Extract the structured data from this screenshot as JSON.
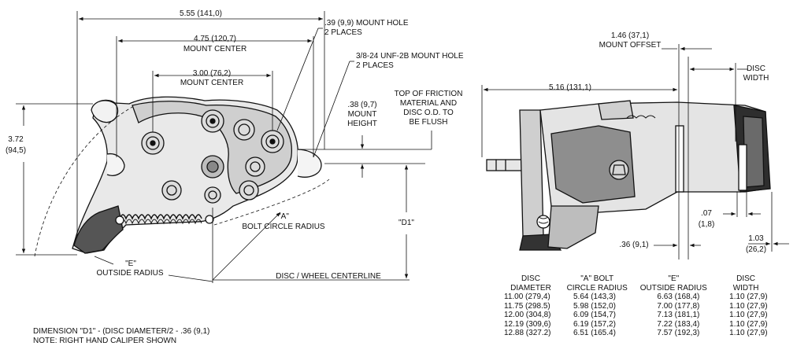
{
  "left_view": {
    "dims": {
      "overall_width": "5.55 (141,0)",
      "mount_center_outer_value": "4.75 (120,7)",
      "mount_center_outer_label": "MOUNT CENTER",
      "mount_center_inner_value": "3.00 (76,2)",
      "mount_center_inner_label": "MOUNT CENTER",
      "height_value": "3.72",
      "height_metric": "(94,5)",
      "mount_hole_1": ".39 (9,9) MOUNT HOLE",
      "mount_hole_1_qty": "2 PLACES",
      "mount_hole_2": "3/8-24 UNF-2B MOUNT HOLE",
      "mount_hole_2_qty": "2 PLACES",
      "mount_height_value": ".38 (9,7)",
      "mount_height_label_1": "MOUNT",
      "mount_height_label_2": "HEIGHT",
      "friction_note": [
        "TOP OF FRICTION",
        "MATERIAL AND",
        "DISC O.D. TO",
        "BE FLUSH"
      ],
      "a_label": "\"A\"",
      "a_desc": "BOLT CIRCLE RADIUS",
      "d1_label": "\"D1\"",
      "e_label": "\"E\"",
      "e_desc": "OUTSIDE RADIUS",
      "centerline": "DISC / WHEEL CENTERLINE"
    },
    "notes": [
      "DIMENSION \"D1\" - (DISC DIAMETER/2 - .36 (9,1)",
      "NOTE: RIGHT HAND CALIPER SHOWN"
    ]
  },
  "right_view": {
    "dims": {
      "mount_offset_value": "1.46 (37,1)",
      "mount_offset_label": "MOUNT OFFSET",
      "disc_width_label_1": "DISC",
      "disc_width_label_2": "WIDTH",
      "overall_length": "5.16 (131,1)",
      "dim_07": ".07",
      "dim_07_metric": "(1,8)",
      "dim_36": ".36 (9,1)",
      "dim_103": "1.03",
      "dim_103_metric": "(26,2)"
    }
  },
  "table": {
    "headers": [
      [
        "DISC",
        "DIAMETER"
      ],
      [
        "\"A\" BOLT",
        "CIRCLE RADIUS"
      ],
      [
        "\"E\"",
        "OUTSIDE RADIUS"
      ],
      [
        "DISC",
        "WIDTH"
      ]
    ],
    "rows": [
      [
        "11.00  (279,4)",
        "5.64  (143,3)",
        "6.63  (168,4)",
        "1.10  (27,9)"
      ],
      [
        "11.75  (298.5)",
        "5.98  (152,0)",
        "7.00  (177,8)",
        "1.10  (27,9)"
      ],
      [
        "12.00  (304,8)",
        "6.09  (154,7)",
        "7.13  (181,1)",
        "1.10  (27,9)"
      ],
      [
        "12.19  (309,6)",
        "6.19  (157,2)",
        "7.22  (183,4)",
        "1.10  (27,9)"
      ],
      [
        "12.88  (327.2)",
        "6.51  (165.4)",
        "7.57  (192,3)",
        "1.10  (27,9)"
      ]
    ]
  }
}
